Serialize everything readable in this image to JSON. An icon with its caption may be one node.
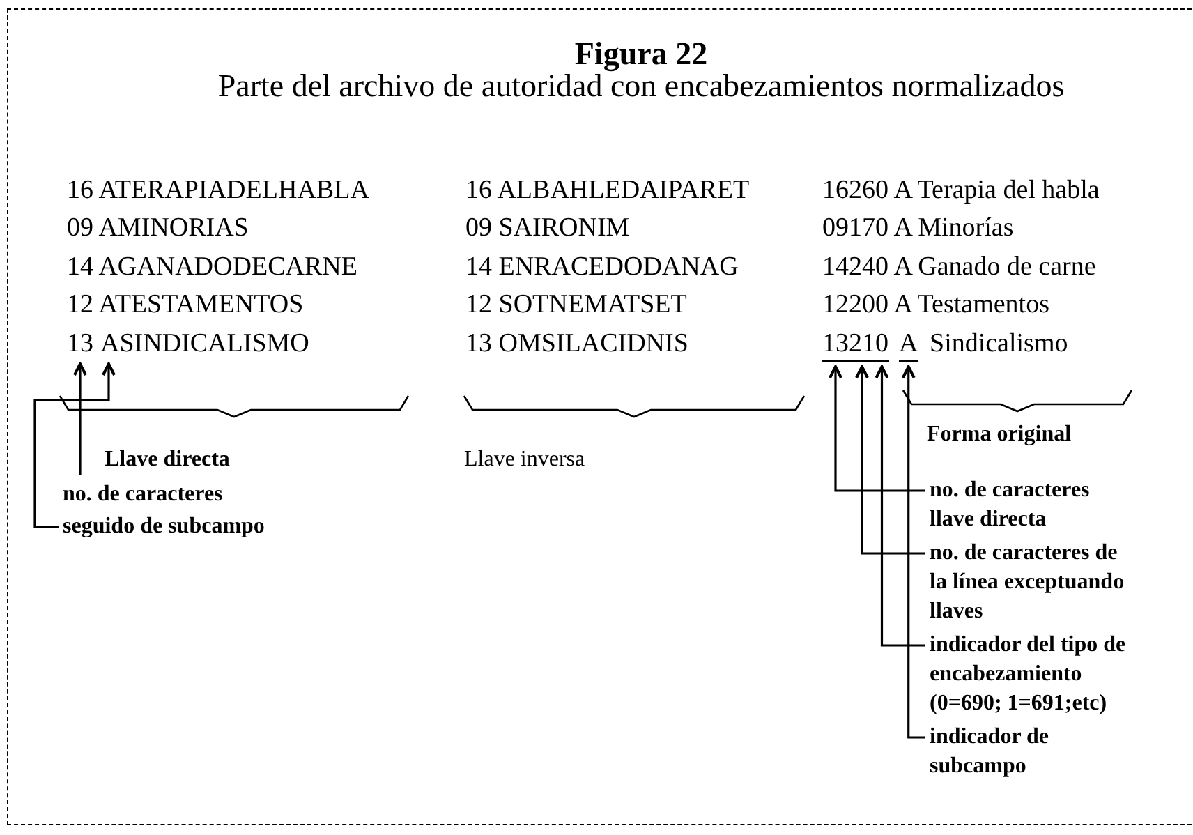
{
  "diagram": {
    "title": "Figura 22",
    "caption": "Parte del archivo de autoridad con encabezamientos normalizados",
    "nodes": [
      {
        "text": [
          "13"
        ]
      },
      {
        "text": [
          "ASINDICALISMO"
        ]
      },
      {
        "text": [
          "13"
        ]
      },
      {
        "text": [
          "21"
        ]
      },
      {
        "text": [
          "0"
        ]
      },
      {
        "text": [
          "A"
        ]
      },
      {
        "text": [
          "no. de caracteres"
        ]
      },
      {
        "text": [
          "seguido de subcampo"
        ]
      },
      {
        "text": [
          "no. de caracteres llave directa"
        ]
      },
      {
        "text": [
          "no. de caracteres de la línea exceptuando llaves"
        ]
      },
      {
        "text": [
          "indicador del tipo de encabezamiento (0=690; 1=691;etc)"
        ]
      },
      {
        "text": [
          "indicador de subcampo"
        ]
      }
    ],
    "edges": [
      {
        "from": 6,
        "to": 0,
        "arrow": "to"
      },
      {
        "from": 7,
        "to": 1,
        "arrow": "to"
      },
      {
        "from": 8,
        "to": 2,
        "arrow": "to"
      },
      {
        "from": 9,
        "to": 3,
        "arrow": "to"
      },
      {
        "from": 10,
        "to": 4,
        "arrow": "to"
      },
      {
        "from": 11,
        "to": 5,
        "arrow": "to"
      }
    ],
    "labels": [
      "16 ATERAPIADELHABLA",
      "16 ALBAHLEDAIPARET",
      "16260 A Terapia del habla",
      "09 AMINORIAS",
      "09 SAIRONIM",
      "09170 A Minorías",
      "14 AGANADODECARNE",
      "14 ENRACEDODANAG",
      "14240 A Ganado de carne",
      "12 ATESTAMENTOS",
      "12 SOTNEMATSET",
      "12200 A Testamentos",
      "13 OMSILACIDNIS",
      "Sindicalismo",
      "Llave directa",
      "Llave inversa",
      "Forma original"
    ]
  }
}
